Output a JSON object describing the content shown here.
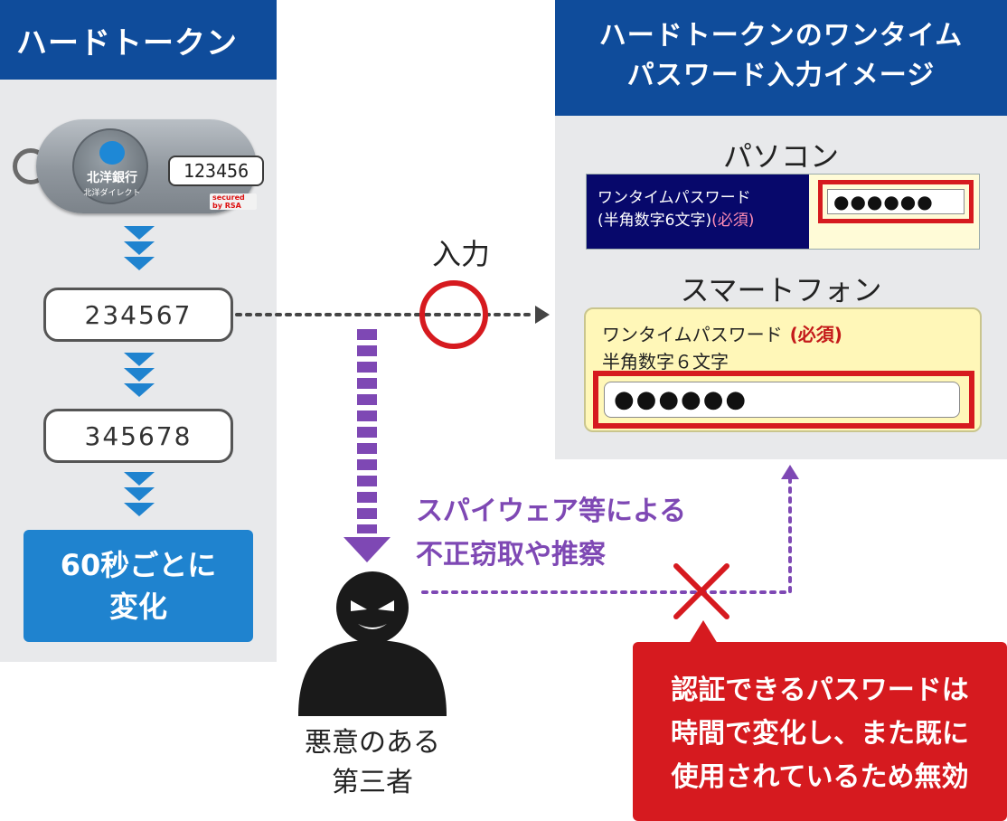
{
  "left": {
    "title": "ハードトークン",
    "token": {
      "display": "123456",
      "logo_name": "北洋銀行",
      "logo_sub": "北洋ダイレクト",
      "brand": "secured by RSA"
    },
    "codes": [
      "234567",
      "345678"
    ],
    "result": [
      "60秒ごとに",
      "変化"
    ]
  },
  "right": {
    "title_lines": [
      "ハードトークンのワンタイム",
      "パスワード入力イメージ"
    ],
    "pc": {
      "label": "パソコン",
      "field_line1": "ワンタイムパスワード",
      "field_line2": "(半角数字6文字)",
      "required": "(必須)",
      "value": "●●●●●●"
    },
    "smartphone": {
      "label": "スマートフォン",
      "field_line1": "ワンタイムパスワード",
      "required": "(必須)",
      "field_line2": "半角数字６文字",
      "value": "●●●●●●"
    }
  },
  "middle": {
    "input_label": "入力",
    "attack_lines": [
      "スパイウェア等による",
      "不正窃取や推察"
    ],
    "attacker_lines": [
      "悪意のある",
      "第三者"
    ]
  },
  "warning_lines": [
    "認証できるパスワードは",
    "時間で変化し、また既に",
    "使用されているため無効"
  ],
  "colors": {
    "title_bg": "#0f4c9b",
    "accent_blue": "#1f83cf",
    "alert_red": "#d61a1f",
    "attack_purple": "#7e48b4",
    "panel_bg": "#e8e9eb"
  }
}
